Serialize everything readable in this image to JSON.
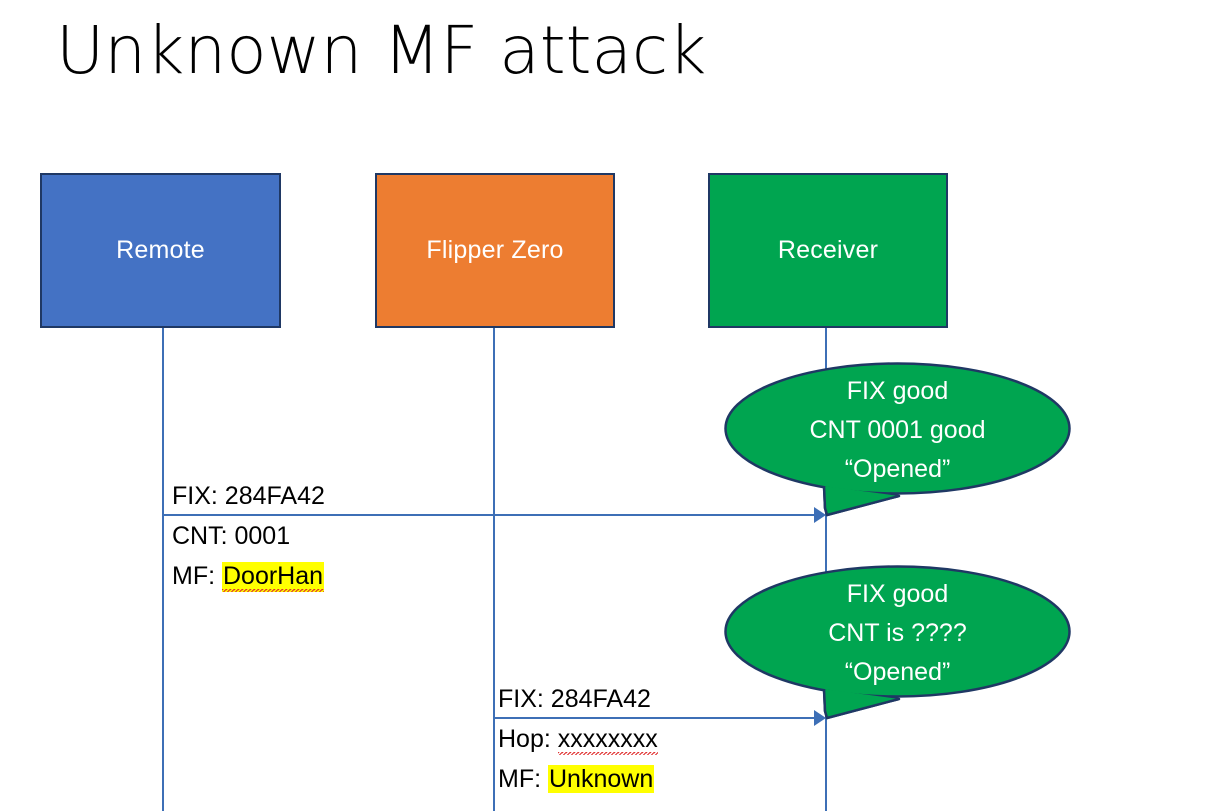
{
  "slide": {
    "title": "Unknown MF attack",
    "background_color": "#FFFFFF"
  },
  "colors": {
    "remote_fill": "#4472C4",
    "flipper_fill": "#ED7D31",
    "receiver_fill": "#00A550",
    "box_border": "#1F3864",
    "lifeline": "#3D6FB6",
    "highlight": "#FFFF00",
    "spellcheck_underline": "#E03030",
    "callout_fill": "#00A550",
    "callout_border": "#1F3864",
    "callout_text": "#FFFFFF"
  },
  "actors": [
    {
      "id": "remote",
      "label": "Remote"
    },
    {
      "id": "flipper",
      "label": "Flipper Zero"
    },
    {
      "id": "receiver",
      "label": "Receiver"
    }
  ],
  "messages": [
    {
      "id": "message-1",
      "from": "Remote",
      "to": "Receiver",
      "lines": [
        {
          "prefix": "FIX: ",
          "value": "284FA42",
          "highlight": false,
          "spellcheck": false
        },
        {
          "prefix": "CNT: ",
          "value": "0001",
          "highlight": false,
          "spellcheck": false
        },
        {
          "prefix": "MF: ",
          "value": "DoorHan",
          "highlight": true,
          "spellcheck": true
        }
      ]
    },
    {
      "id": "message-2",
      "from": "Flipper Zero",
      "to": "Receiver",
      "lines": [
        {
          "prefix": "FIX: ",
          "value": "284FA42",
          "highlight": false,
          "spellcheck": false
        },
        {
          "prefix": "Hop: ",
          "value": "xxxxxxxx",
          "highlight": false,
          "spellcheck": true
        },
        {
          "prefix": "MF: ",
          "value": "Unknown",
          "highlight": true,
          "spellcheck": false
        }
      ]
    }
  ],
  "callouts": [
    {
      "id": "callout-1",
      "lines": [
        "FIX good",
        "CNT 0001 good",
        "“Opened”"
      ]
    },
    {
      "id": "callout-2",
      "lines": [
        "FIX good",
        "CNT is ????",
        "“Opened”"
      ]
    }
  ]
}
